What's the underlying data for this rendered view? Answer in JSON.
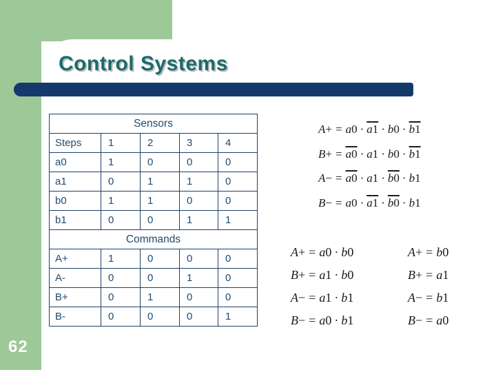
{
  "slide": {
    "title": "Control Systems",
    "page_number": "62"
  },
  "colors": {
    "sage_green": "#9CC997",
    "navy_bar": "#16396B",
    "title_teal": "#1E6A6B",
    "table_ink": "#1F4A6E",
    "table_border": "#1C3F66",
    "equation_ink": "#1A1A1A"
  },
  "table": {
    "sensors_header": "Sensors",
    "steps_row": {
      "label": "Steps",
      "values": [
        "1",
        "2",
        "3",
        "4"
      ]
    },
    "sensor_rows": [
      {
        "label": "a0",
        "values": [
          "1",
          "0",
          "0",
          "0"
        ]
      },
      {
        "label": "a1",
        "values": [
          "0",
          "1",
          "1",
          "0"
        ]
      },
      {
        "label": "b0",
        "values": [
          "1",
          "1",
          "0",
          "0"
        ]
      },
      {
        "label": "b1",
        "values": [
          "0",
          "0",
          "1",
          "1"
        ]
      }
    ],
    "commands_header": "Commands",
    "command_rows": [
      {
        "label": "A+",
        "values": [
          "1",
          "0",
          "0",
          "0"
        ]
      },
      {
        "label": "A-",
        "values": [
          "0",
          "0",
          "1",
          "0"
        ]
      },
      {
        "label": "B+",
        "values": [
          "0",
          "1",
          "0",
          "0"
        ]
      },
      {
        "label": "B-",
        "values": [
          "0",
          "0",
          "0",
          "1"
        ]
      }
    ]
  },
  "equations": {
    "equals_sign": "=",
    "dot_operator": "·",
    "full": [
      {
        "lhs": "A+",
        "terms": [
          {
            "text": "a0",
            "overline": false
          },
          {
            "text": "a1",
            "overline": true
          },
          {
            "text": "b0",
            "overline": false
          },
          {
            "text": "b1",
            "overline": true
          }
        ]
      },
      {
        "lhs": "B+",
        "terms": [
          {
            "text": "a0",
            "overline": true
          },
          {
            "text": "a1",
            "overline": false
          },
          {
            "text": "b0",
            "overline": false
          },
          {
            "text": "b1",
            "overline": true
          }
        ]
      },
      {
        "lhs": "A−",
        "terms": [
          {
            "text": "a0",
            "overline": true
          },
          {
            "text": "a1",
            "overline": false
          },
          {
            "text": "b0",
            "overline": true
          },
          {
            "text": "b1",
            "overline": false
          }
        ]
      },
      {
        "lhs": "B−",
        "terms": [
          {
            "text": "a0",
            "overline": false
          },
          {
            "text": "a1",
            "overline": true
          },
          {
            "text": "b0",
            "overline": true
          },
          {
            "text": "b1",
            "overline": false
          }
        ]
      }
    ],
    "two_term": [
      {
        "lhs": "A+",
        "terms": [
          {
            "text": "a0",
            "overline": false
          },
          {
            "text": "b0",
            "overline": false
          }
        ]
      },
      {
        "lhs": "B+",
        "terms": [
          {
            "text": "a1",
            "overline": false
          },
          {
            "text": "b0",
            "overline": false
          }
        ]
      },
      {
        "lhs": "A−",
        "terms": [
          {
            "text": "a1",
            "overline": false
          },
          {
            "text": "b1",
            "overline": false
          }
        ]
      },
      {
        "lhs": "B−",
        "terms": [
          {
            "text": "a0",
            "overline": false
          },
          {
            "text": "b1",
            "overline": false
          }
        ]
      }
    ],
    "one_term": [
      {
        "lhs": "A+",
        "terms": [
          {
            "text": "b0",
            "overline": false
          }
        ]
      },
      {
        "lhs": "B+",
        "terms": [
          {
            "text": "a1",
            "overline": false
          }
        ]
      },
      {
        "lhs": "A−",
        "terms": [
          {
            "text": "b1",
            "overline": false
          }
        ]
      },
      {
        "lhs": "B−",
        "terms": [
          {
            "text": "a0",
            "overline": false
          }
        ]
      }
    ]
  }
}
